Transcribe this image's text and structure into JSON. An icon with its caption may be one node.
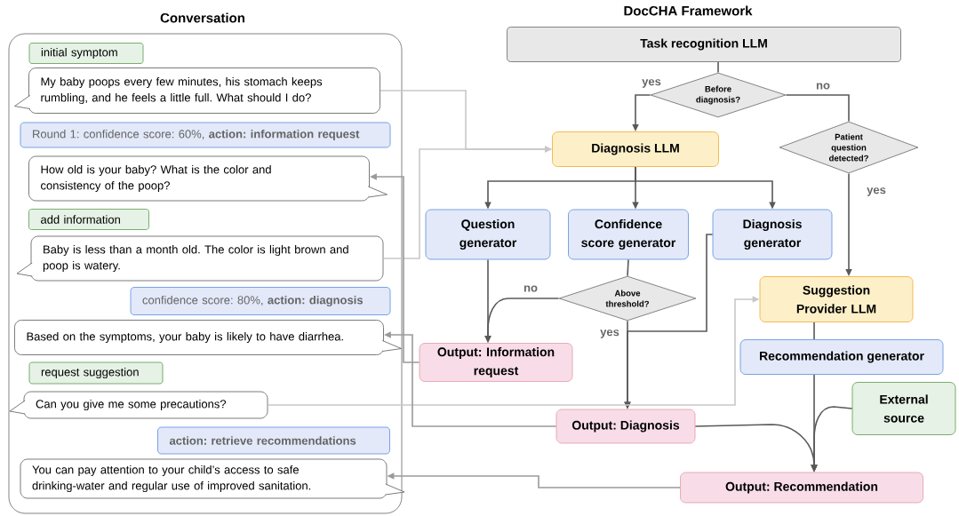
{
  "diagram": {
    "title": "DocCHA Framework",
    "nodes": [
      {
        "text": [
          "Conversation"
        ]
      },
      {
        "text": [
          "initial symptom"
        ],
        "in": 0
      },
      {
        "text": [
          "My baby poops every few minutes, his stomach keeps rumbling, and he feels a little full. What should I do?"
        ],
        "in": 0
      },
      {
        "text": [
          "Round 1: confidence score: 60%, **action: information request**"
        ],
        "in": 0
      },
      {
        "text": [
          "How old is your baby? What is the color and consistency of the poop?"
        ],
        "in": 0
      },
      {
        "text": [
          "add information"
        ],
        "in": 0
      },
      {
        "text": [
          "Baby is less than a month old. The color is light brown and poop is watery."
        ],
        "in": 0
      },
      {
        "text": [
          "confidence score: 80%, **action: diagnosis**"
        ],
        "in": 0
      },
      {
        "text": [
          "Based on the symptoms, your baby is likely to have diarrhea."
        ],
        "in": 0
      },
      {
        "text": [
          "request suggestion"
        ],
        "in": 0
      },
      {
        "text": [
          "Can you give me some precautions?"
        ],
        "in": 0
      },
      {
        "text": [
          "action: retrieve recommendations"
        ],
        "in": 0
      },
      {
        "text": [
          "You can pay attention to your child’s access to safe drinking-water and regular use of improved sanitation."
        ],
        "in": 0
      },
      {
        "text": [
          "Task recognition LLM"
        ]
      },
      {
        "text": [
          "Before diagnosis?"
        ]
      },
      {
        "text": [
          "Diagnosis LLM"
        ]
      },
      {
        "text": [
          "Patient question detected?"
        ]
      },
      {
        "text": [
          "Question generator"
        ]
      },
      {
        "text": [
          "Confidence score generator"
        ]
      },
      {
        "text": [
          "Diagnosis generator"
        ]
      },
      {
        "text": [
          "Above threshold?"
        ]
      },
      {
        "text": [
          "Suggestion Provider LLM"
        ]
      },
      {
        "text": [
          "Output: Information request"
        ]
      },
      {
        "text": [
          "Recommendation generator"
        ]
      },
      {
        "text": [
          "External source"
        ]
      },
      {
        "text": [
          "Output: Diagnosis"
        ]
      },
      {
        "text": [
          "Output: Recommendation"
        ]
      }
    ],
    "edges": [
      {
        "from": 13,
        "to": 14,
        "arrow": "none"
      },
      {
        "from": 14,
        "to": 15,
        "arrow": "to",
        "label": "yes"
      },
      {
        "from": 14,
        "to": 16,
        "arrow": "none",
        "label": "no"
      },
      {
        "from": 16,
        "to": 21,
        "arrow": "to",
        "label": "yes"
      },
      {
        "from": 15,
        "to": 17,
        "arrow": "to"
      },
      {
        "from": 15,
        "to": 18,
        "arrow": "to"
      },
      {
        "from": 15,
        "to": 19,
        "arrow": "to"
      },
      {
        "from": 17,
        "to": 22,
        "arrow": "to"
      },
      {
        "from": 18,
        "to": 20,
        "arrow": "none"
      },
      {
        "from": 20,
        "to": 22,
        "arrow": "to",
        "label": "no"
      },
      {
        "from": 20,
        "to": 25,
        "arrow": "to",
        "label": "yes"
      },
      {
        "from": 19,
        "to": 25,
        "arrow": "to"
      },
      {
        "from": 21,
        "to": 23,
        "arrow": "none"
      },
      {
        "from": 23,
        "to": 26,
        "arrow": "to"
      },
      {
        "from": 24,
        "to": 26,
        "arrow": "to"
      },
      {
        "from": 25,
        "to": 26,
        "arrow": "to"
      },
      {
        "from": 2,
        "to": 15,
        "arrow": "to",
        "color": "#c8c8c8"
      },
      {
        "from": 6,
        "to": 15,
        "arrow": "to",
        "color": "#c8c8c8"
      },
      {
        "from": 10,
        "to": 21,
        "arrow": "to",
        "color": "#c8c8c8"
      },
      {
        "from": 22,
        "to": 4,
        "arrow": "to",
        "color": "#9a9a9a"
      },
      {
        "from": 25,
        "to": 8,
        "arrow": "to",
        "color": "#9a9a9a"
      },
      {
        "from": 26,
        "to": 12,
        "arrow": "to",
        "color": "#9a9a9a"
      }
    ]
  }
}
